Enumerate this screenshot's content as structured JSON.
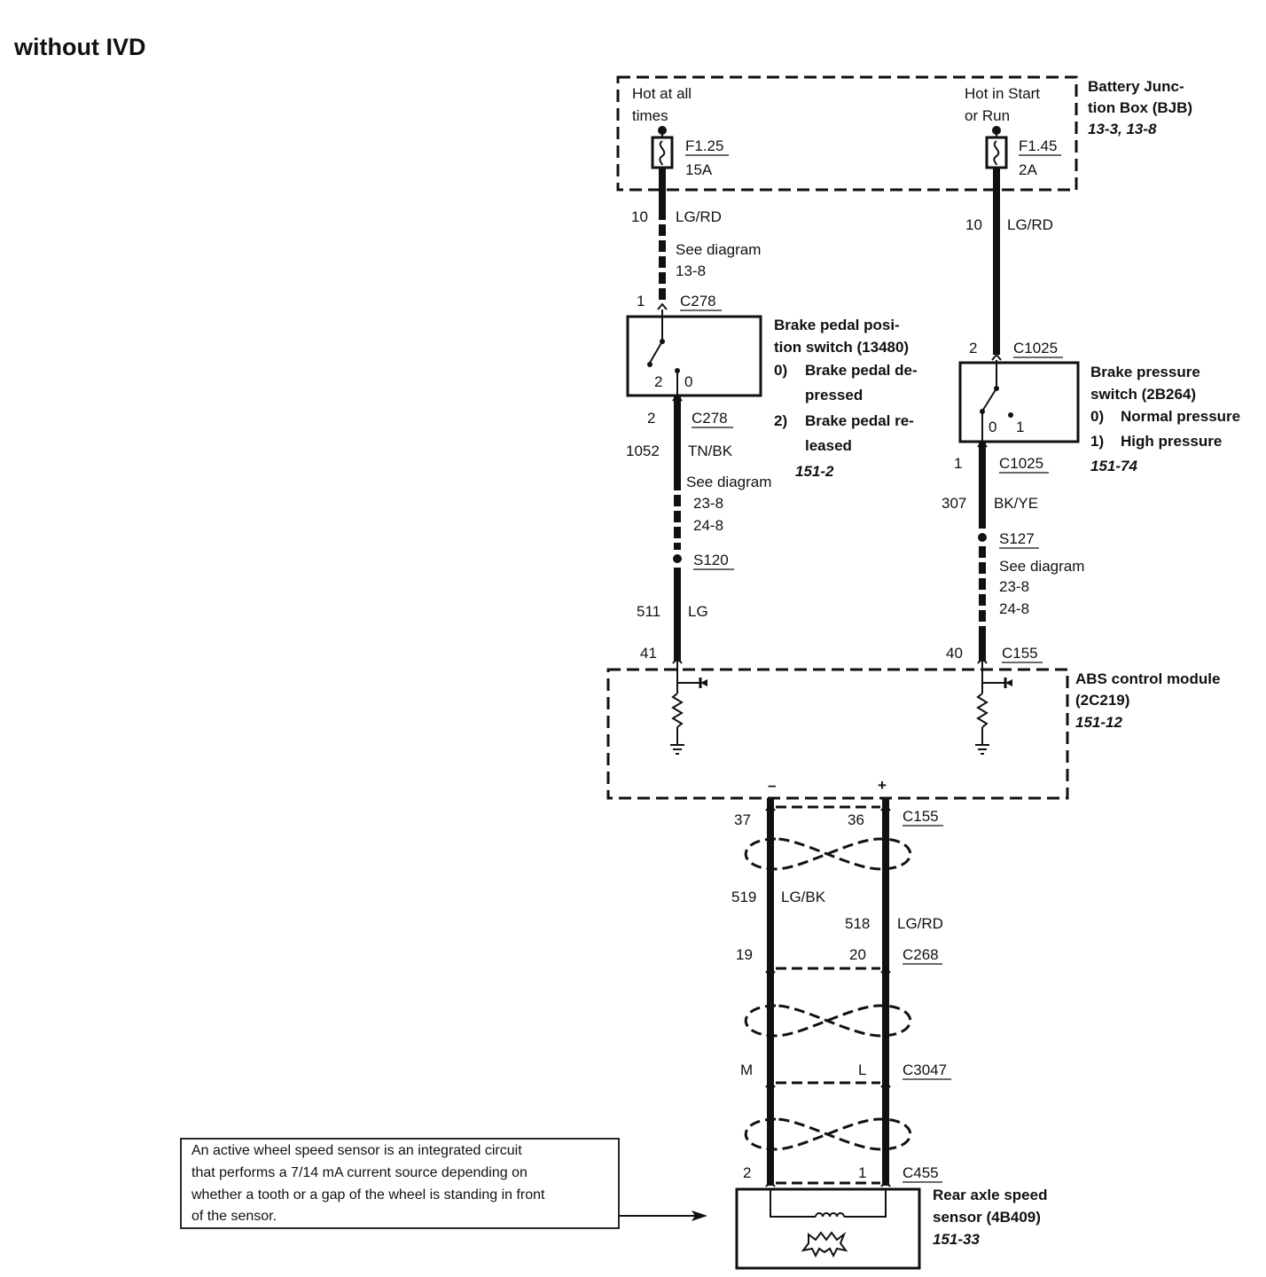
{
  "title": "without IVD",
  "bjb": {
    "hot_at_all_times": [
      "Hot at all",
      "times"
    ],
    "hot_in_start": [
      "Hot in Start",
      "or Run"
    ],
    "fuse1": {
      "id": "F1.25",
      "rating": "15A"
    },
    "fuse2": {
      "id": "F1.45",
      "rating": "2A"
    },
    "label": [
      "Battery Junc-",
      "tion Box (BJB)"
    ],
    "ref": "13-3, 13-8"
  },
  "left": {
    "circuit1": {
      "num": "10",
      "color": "LG/RD"
    },
    "see1": [
      "See diagram",
      "13-8"
    ],
    "c278_pin1": "1",
    "c278": "C278",
    "switch_pin2": "2",
    "switch_pin0": "0",
    "c278_pin2": "2",
    "c278b": "C278",
    "circuit2": {
      "num": "1052",
      "color": "TN/BK"
    },
    "see2": [
      "See diagram",
      "23-8",
      "24-8"
    ],
    "splice": "S120",
    "circuit3": {
      "num": "511",
      "color": "LG"
    },
    "c155_pin": "41"
  },
  "bpps": {
    "label": [
      "Brake pedal posi-",
      "tion switch (13480)"
    ],
    "items": [
      {
        "num": "0)",
        "lines": [
          "Brake pedal de-",
          "pressed"
        ]
      },
      {
        "num": "2)",
        "lines": [
          "Brake pedal re-",
          "leased"
        ]
      }
    ],
    "ref": "151-2"
  },
  "right": {
    "circuit1": {
      "num": "10",
      "color": "LG/RD"
    },
    "c1025_pin2": "2",
    "c1025": "C1025",
    "switch_pin0": "0",
    "switch_pin1": "1",
    "c1025_pin1": "1",
    "c1025b": "C1025",
    "circuit2": {
      "num": "307",
      "color": "BK/YE"
    },
    "splice": "S127",
    "see": [
      "See diagram",
      "23-8",
      "24-8"
    ],
    "c155_pin": "40",
    "c155": "C155"
  },
  "bps": {
    "label": [
      "Brake pressure",
      "switch (2B264)"
    ],
    "items": [
      {
        "num": "0)",
        "text": "Normal pressure"
      },
      {
        "num": "1)",
        "text": "High pressure"
      }
    ],
    "ref": "151-74"
  },
  "abs": {
    "label": [
      "ABS control module",
      "(2C219)"
    ],
    "ref": "151-12",
    "minus": "–",
    "plus": "+"
  },
  "bottom": {
    "c155": {
      "pin_l": "37",
      "pin_r": "36",
      "id": "C155"
    },
    "wire_l": {
      "num": "519",
      "color": "LG/BK"
    },
    "wire_r": {
      "num": "518",
      "color": "LG/RD"
    },
    "c268": {
      "pin_l": "19",
      "pin_r": "20",
      "id": "C268"
    },
    "c3047": {
      "pin_l": "M",
      "pin_r": "L",
      "id": "C3047"
    },
    "c455": {
      "pin_l": "2",
      "pin_r": "1",
      "id": "C455"
    }
  },
  "sensor": {
    "label": [
      "Rear axle speed",
      "sensor (4B409)"
    ],
    "ref": "151-33"
  },
  "note": [
    "An active wheel speed sensor is an integrated circuit",
    "that performs a 7/14 mA current source depending on",
    "whether a tooth or a gap of the wheel is standing in front",
    "of the sensor."
  ]
}
